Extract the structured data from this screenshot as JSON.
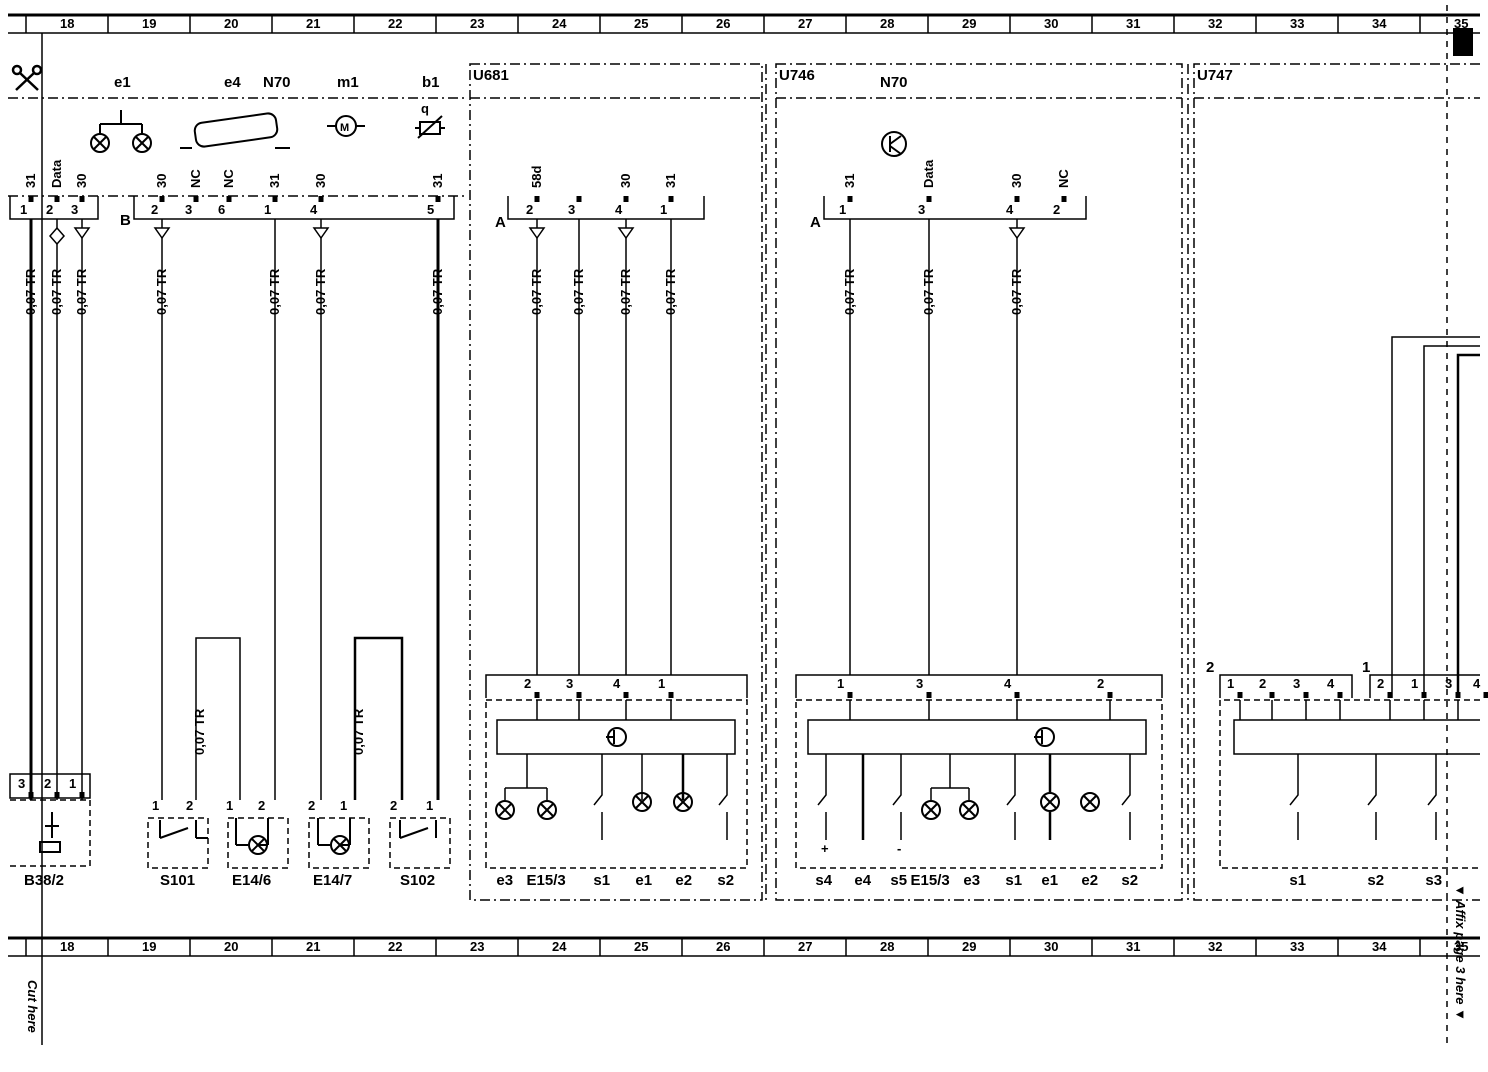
{
  "ruler": {
    "numbers": [
      "18",
      "19",
      "20",
      "21",
      "22",
      "23",
      "24",
      "25",
      "26",
      "27",
      "28",
      "29",
      "30",
      "31",
      "32",
      "33",
      "34",
      "35"
    ]
  },
  "margin_text": {
    "cut_here": "Cut here",
    "affix": "▼ Affix page 3 here ▼"
  },
  "legend": {
    "e1": "e1",
    "e4": "e4",
    "n70": "N70",
    "m1": "m1",
    "b1": "b1",
    "q": "q"
  },
  "modules": {
    "u681": "U681",
    "u746": "U746",
    "u747": "U747",
    "n70": "N70"
  },
  "connectors": {
    "a": "A",
    "b": "B",
    "two": "2",
    "one": "1"
  },
  "wire_label": "0,07 TR",
  "pins_left": [
    {
      "sig": "31",
      "num": "1"
    },
    {
      "sig": "Data",
      "num": "2"
    },
    {
      "sig": "30",
      "num": "3"
    },
    {
      "sig": "30",
      "num": "2"
    },
    {
      "sig": "NC",
      "num": "3"
    },
    {
      "sig": "NC",
      "num": "6"
    },
    {
      "sig": "31",
      "num": "1"
    },
    {
      "sig": "30",
      "num": "4"
    },
    {
      "sig": "31",
      "num": "5"
    }
  ],
  "pins_u681": [
    {
      "sig": "58d",
      "num": "2"
    },
    {
      "sig": "",
      "num": "3"
    },
    {
      "sig": "30",
      "num": "4"
    },
    {
      "sig": "31",
      "num": "1"
    }
  ],
  "pins_u746": [
    {
      "sig": "31",
      "num": "1"
    },
    {
      "sig": "Data",
      "num": "3"
    },
    {
      "sig": "30",
      "num": "4"
    },
    {
      "sig": "NC",
      "num": "2"
    }
  ],
  "bottom_pins": {
    "u681": [
      "2",
      "3",
      "4",
      "1"
    ],
    "u746": [
      "1",
      "3",
      "4",
      "2"
    ],
    "u747a": [
      "1",
      "2",
      "3",
      "4"
    ],
    "u747b": [
      "2",
      "1",
      "3",
      "4"
    ],
    "b38": [
      "3",
      "2",
      "1"
    ]
  },
  "components": {
    "b38_2": "B38/2",
    "s101": "S101",
    "e14_6": "E14/6",
    "e14_7": "E14/7",
    "s102": "S102",
    "pin1": "1",
    "pin2": "2"
  },
  "u681_outputs": [
    "e3",
    "E15/3",
    "s1",
    "e1",
    "e2",
    "s2"
  ],
  "u746_outputs": [
    "s4",
    "e4",
    "s5",
    "E15/3",
    "e3",
    "s1",
    "e1",
    "e2",
    "s2"
  ],
  "u747_outputs": [
    "s1",
    "s2",
    "s3"
  ],
  "polarity": {
    "plus": "+",
    "minus": "-"
  }
}
